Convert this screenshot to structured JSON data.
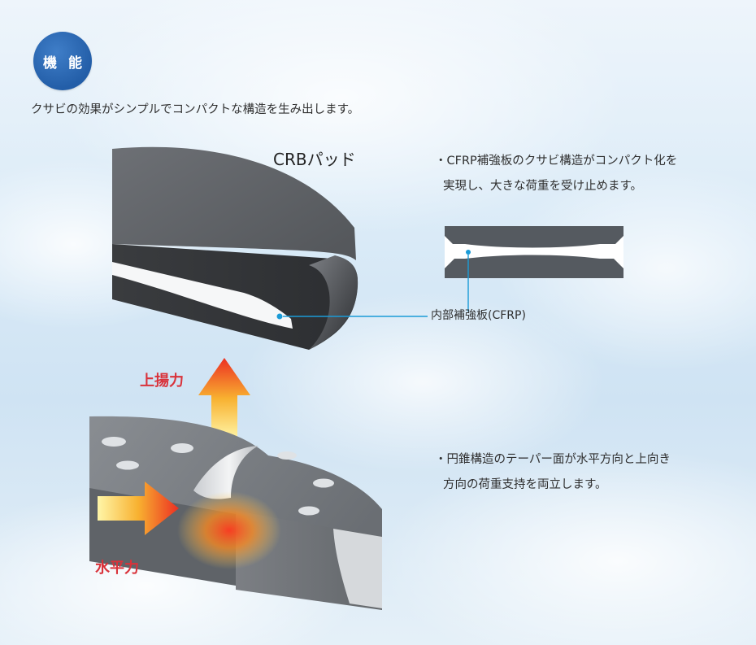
{
  "badge": {
    "label": "機 能"
  },
  "intro": "クサビの効果がシンプルでコンパクトな構造を生み出します。",
  "illustration": {
    "title": "CRBパッド",
    "inner_label": "内部補強板(CFRP)",
    "lift_force": "上揚力",
    "horizontal_force": "水平力"
  },
  "bullets": {
    "one": {
      "line1": "・CFRP補強板のクサビ構造がコンパクト化を",
      "line2": "実現し、大きな荷重を受け止めます。"
    },
    "two": {
      "line1": "・円錐構造のテーパー面が水平方向と上向き",
      "line2": "方向の荷重支持を両立します。"
    }
  },
  "colors": {
    "badge": "#235ea8",
    "force_text": "#d9323a",
    "leader_line": "#1b9bd7",
    "pad_dark": "#4f5256",
    "base_gray": "#707479"
  }
}
